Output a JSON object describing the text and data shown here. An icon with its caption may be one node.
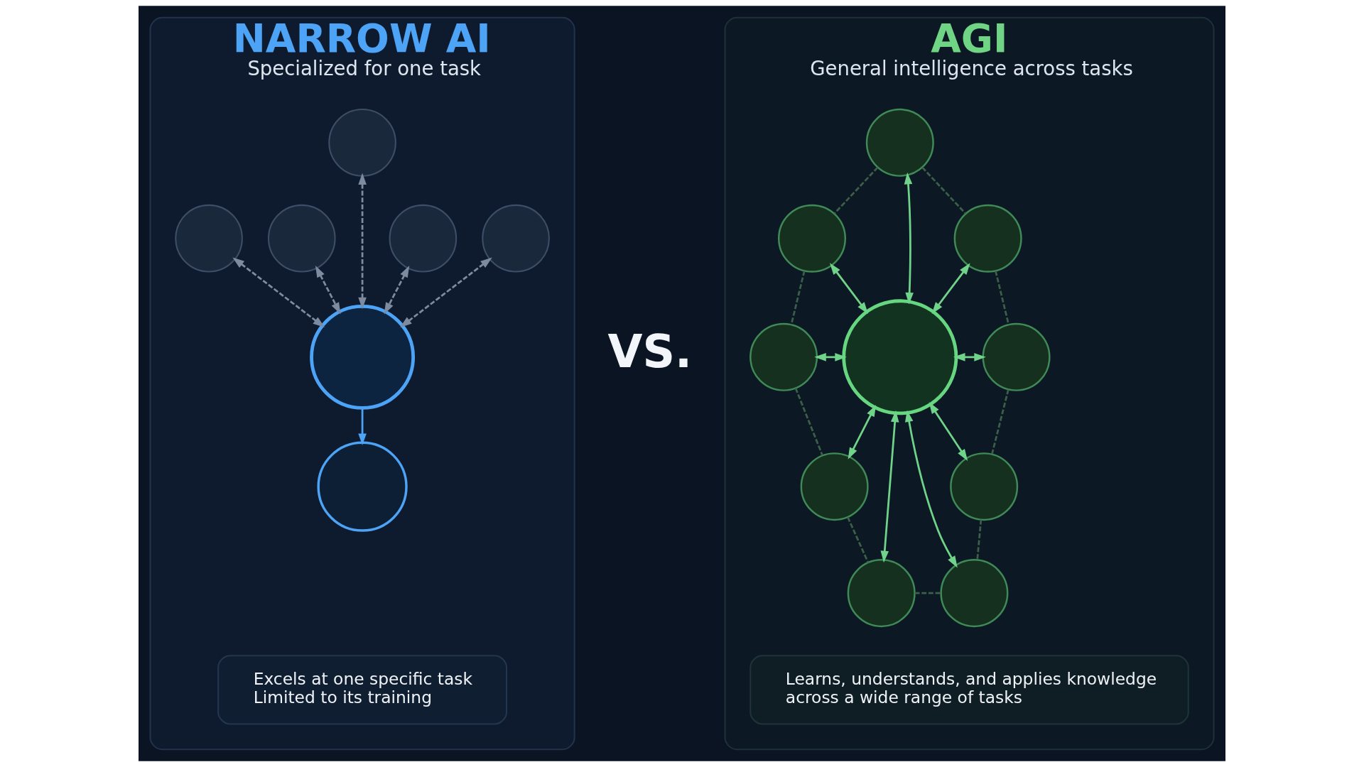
{
  "diagram": {
    "nodes": [
      {
        "text": [
          "NARROW AI",
          "Specialized for one task"
        ]
      },
      {
        "text": [],
        "shape": "circle",
        "in": 0
      },
      {
        "text": [],
        "shape": "circle",
        "in": 0
      },
      {
        "text": [],
        "shape": "circle",
        "in": 0
      },
      {
        "text": [],
        "shape": "circle",
        "in": 0
      },
      {
        "text": [],
        "shape": "circle",
        "in": 0
      },
      {
        "text": [],
        "shape": "circle",
        "in": 0
      },
      {
        "text": [],
        "shape": "circle",
        "in": 0
      },
      {
        "text": [
          "Excels at one specific task",
          "Limited to its training"
        ],
        "in": 0
      },
      {
        "text": [
          "AGI",
          "General intelligence across tasks"
        ]
      },
      {
        "text": [],
        "shape": "circle",
        "in": 9
      },
      {
        "text": [],
        "shape": "circle",
        "in": 9
      },
      {
        "text": [],
        "shape": "circle",
        "in": 9
      },
      {
        "text": [],
        "shape": "circle",
        "in": 9
      },
      {
        "text": [],
        "shape": "circle",
        "in": 9
      },
      {
        "text": [],
        "shape": "circle",
        "in": 9
      },
      {
        "text": [],
        "shape": "circle",
        "in": 9
      },
      {
        "text": [],
        "shape": "circle",
        "in": 9
      },
      {
        "text": [],
        "shape": "circle",
        "in": 9
      },
      {
        "text": [],
        "shape": "circle",
        "in": 9
      },
      {
        "text": [
          "Learns, understands, and applies knowledge across a wide range of tasks"
        ],
        "in": 9
      }
    ],
    "edges": [
      {
        "from": 1,
        "to": 6,
        "arrow": "both",
        "style": "dashed",
        "color": "#7d8ba0"
      },
      {
        "from": 2,
        "to": 6,
        "arrow": "both",
        "style": "dashed",
        "color": "#7d8ba0"
      },
      {
        "from": 3,
        "to": 6,
        "arrow": "both",
        "style": "dashed",
        "color": "#7d8ba0"
      },
      {
        "from": 4,
        "to": 6,
        "arrow": "both",
        "style": "dashed",
        "color": "#7d8ba0"
      },
      {
        "from": 5,
        "to": 6,
        "arrow": "both",
        "style": "dashed",
        "color": "#7d8ba0"
      },
      {
        "from": 6,
        "to": 7,
        "arrow": "to",
        "color": "#4da3f5"
      },
      {
        "from": 14,
        "to": 10,
        "arrow": "both",
        "color": "#6fd48a"
      },
      {
        "from": 14,
        "to": 12,
        "arrow": "both",
        "color": "#6fd48a"
      },
      {
        "from": 14,
        "to": 15,
        "arrow": "both",
        "color": "#6fd48a"
      },
      {
        "from": 14,
        "to": 17,
        "arrow": "both",
        "color": "#6fd48a"
      },
      {
        "from": 14,
        "to": 19,
        "arrow": "both",
        "color": "#6fd48a"
      },
      {
        "from": 14,
        "to": 18,
        "arrow": "both",
        "color": "#6fd48a"
      },
      {
        "from": 14,
        "to": 16,
        "arrow": "both",
        "color": "#6fd48a"
      },
      {
        "from": 14,
        "to": 13,
        "arrow": "both",
        "color": "#6fd48a"
      },
      {
        "from": 14,
        "to": 11,
        "arrow": "both",
        "color": "#6fd48a"
      },
      {
        "from": 10,
        "to": 12,
        "arrow": "none",
        "style": "dashed",
        "color": "#3c5f49"
      },
      {
        "from": 12,
        "to": 15,
        "arrow": "none",
        "style": "dashed",
        "color": "#3c5f49"
      },
      {
        "from": 15,
        "to": 17,
        "arrow": "none",
        "style": "dashed",
        "color": "#3c5f49"
      },
      {
        "from": 17,
        "to": 19,
        "arrow": "none",
        "style": "dashed",
        "color": "#3c5f49"
      },
      {
        "from": 18,
        "to": 19,
        "arrow": "none",
        "style": "dashed",
        "color": "#3c5f49"
      },
      {
        "from": 16,
        "to": 18,
        "arrow": "none",
        "style": "dashed",
        "color": "#3c5f49"
      },
      {
        "from": 13,
        "to": 16,
        "arrow": "none",
        "style": "dashed",
        "color": "#3c5f49"
      },
      {
        "from": 11,
        "to": 13,
        "arrow": "none",
        "style": "dashed",
        "color": "#3c5f49"
      },
      {
        "from": 10,
        "to": 11,
        "arrow": "none",
        "style": "dashed",
        "color": "#3c5f49"
      }
    ],
    "labels": [
      "VS."
    ]
  }
}
